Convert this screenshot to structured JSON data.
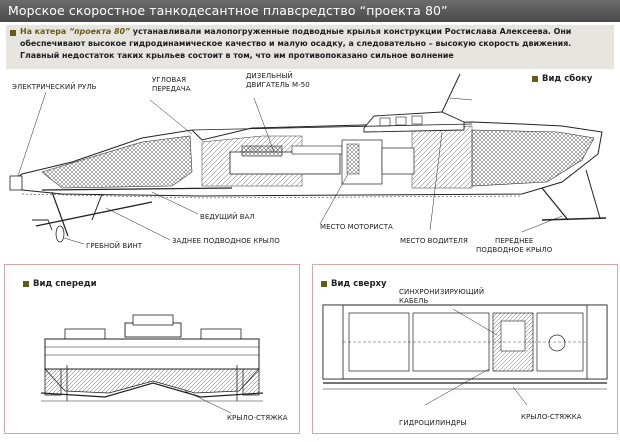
{
  "title": "Морское скоростное танкодесантное плавсредство “проекта 80”",
  "intro": {
    "lead": "На катера",
    "project": "“проекта 80”",
    "body": " устанавливали малопогруженные подводные крылья конструкции Ростислава Алексеева. Они обеспечивают высокое гидродинамическое качество и малую осадку, а следовательно – высокую скорость движения. Главный недостаток таких крыльев состоит в том, что им противопоказано сильное волнение"
  },
  "views": {
    "side": "Вид сбоку",
    "front": "Вид спереди",
    "top": "Вид сверху"
  },
  "labels": {
    "electric_rudder": "ЭЛЕКТРИЧЕСКИЙ РУЛЬ",
    "angle_gear": "УГЛОВАЯ\nПЕРЕДАЧА",
    "diesel": "ДИЗЕЛЬНЫЙ\nДВИГАТЕЛЬ М-50",
    "drive_shaft": "ВЕДУЩИЙ ВАЛ",
    "propeller": "ГРЕБНОЙ ВИНТ",
    "rear_foil": "ЗАДНЕЕ ПОДВОДНОЕ КРЫЛО",
    "motorist": "МЕСТО МОТОРИСТА",
    "driver": "МЕСТО ВОДИТЕЛЯ",
    "front_foil": "ПЕРЕДНЕЕ\nПОДВОДНОЕ КРЫЛО",
    "tie_foil_front": "КРЫЛО-СТЯЖКА",
    "sync_cable": "СИНХРОНИЗИРУЮЩИЙ\nКАБЕЛЬ",
    "hydrocylinders": "ГИДРОЦИЛИНДРЫ",
    "tie_foil_top": "КРЫЛО-СТЯЖКА"
  },
  "colors": {
    "title_bg": "#555555",
    "intro_bg": "#e6e5e0",
    "accent": "#6b5a16",
    "panel_border": "#d5a7a3"
  }
}
